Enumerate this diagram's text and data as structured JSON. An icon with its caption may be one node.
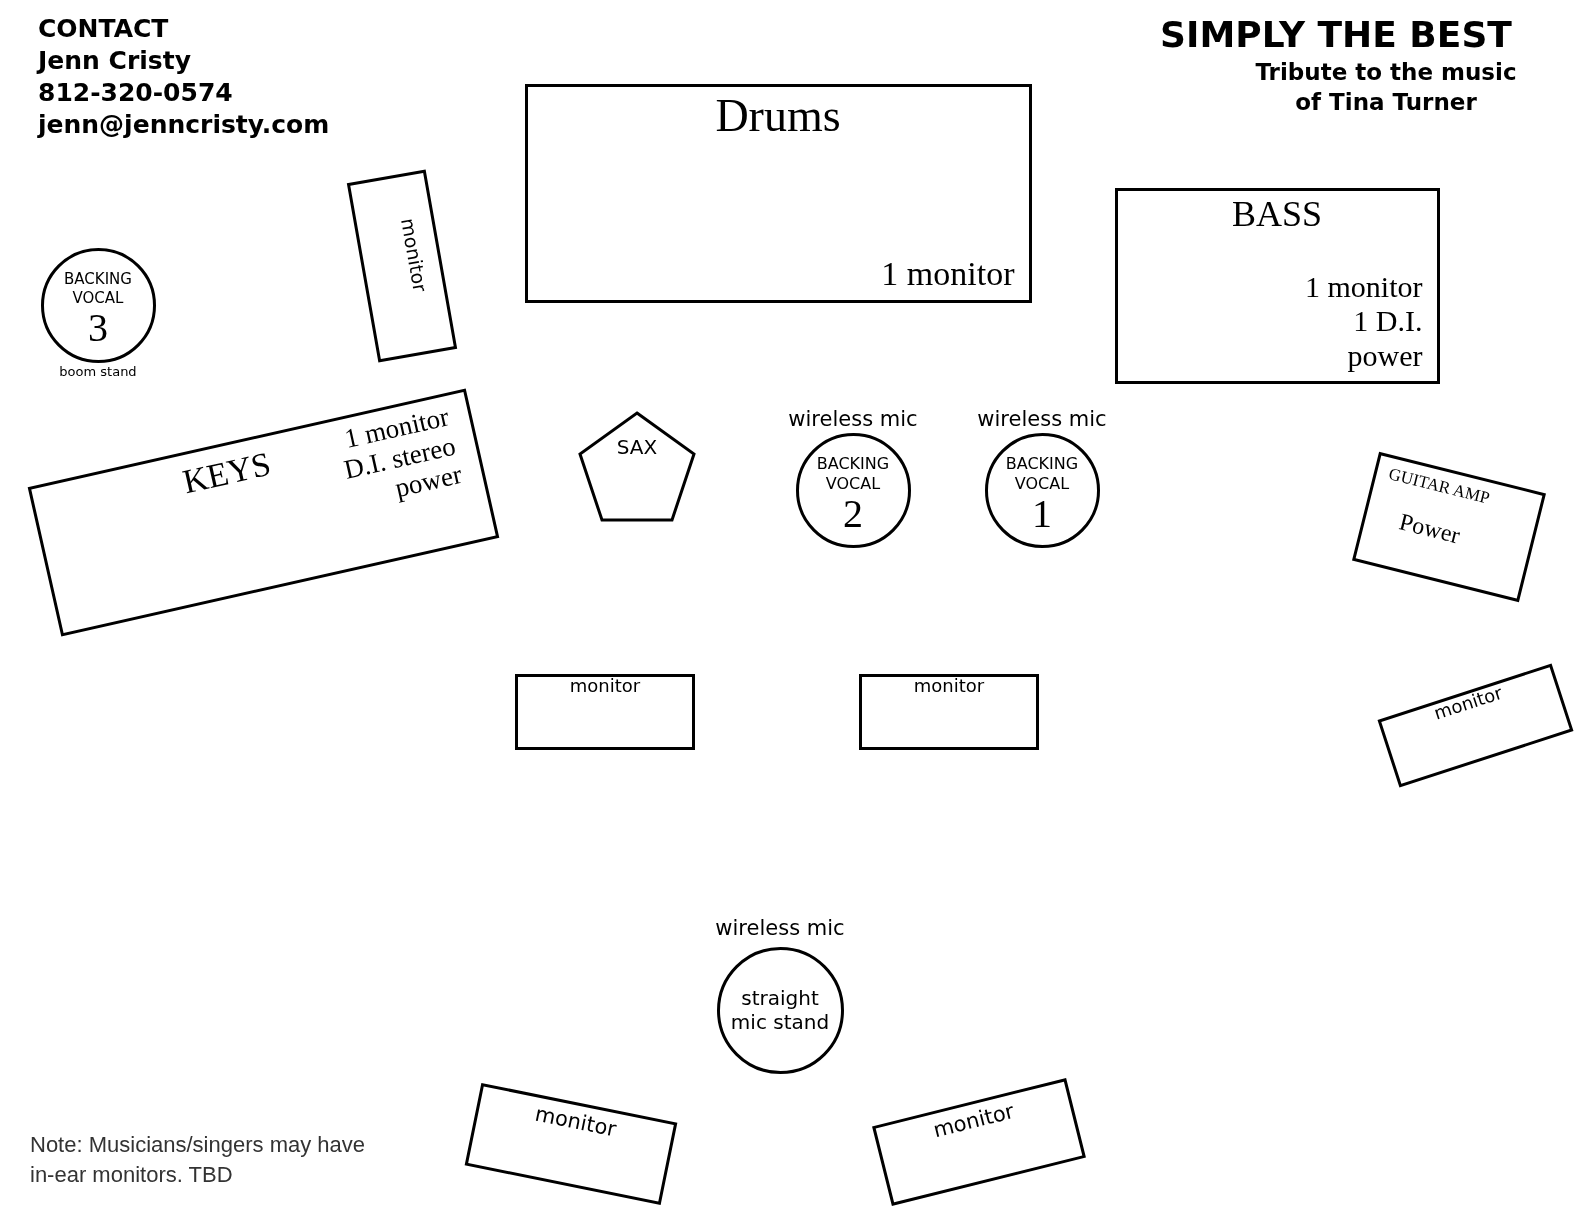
{
  "diagram": {
    "title": "SIMPLY THE BEST",
    "nodes": [
      {
        "text": [
          "Drums",
          "1 monitor"
        ]
      },
      {
        "text": [
          "BASS",
          "1 monitor 1 D.I. power"
        ]
      },
      {
        "text": [
          "monitor"
        ]
      },
      {
        "text": [
          "BACKING VOCAL",
          "3"
        ],
        "beside": [
          "boom stand"
        ]
      },
      {
        "text": [
          "KEYS",
          "1 monitor D.I. stereo power"
        ]
      },
      {
        "text": [
          "SAX"
        ]
      },
      {
        "text": [
          "BACKING VOCAL",
          "2"
        ],
        "beside": [
          "wireless mic"
        ]
      },
      {
        "text": [
          "BACKING VOCAL",
          "1"
        ],
        "beside": [
          "wireless mic"
        ]
      },
      {
        "text": [
          "GUITAR AMP",
          "Power"
        ]
      },
      {
        "text": [
          "monitor"
        ]
      },
      {
        "text": [
          "monitor"
        ]
      },
      {
        "text": [
          "monitor"
        ]
      },
      {
        "text": [
          "straight mic stand"
        ],
        "beside": [
          "wireless mic"
        ]
      },
      {
        "text": [
          "monitor"
        ]
      },
      {
        "text": [
          "monitor"
        ]
      }
    ],
    "edges": [],
    "labels": [
      "CONTACT",
      "Jenn Cristy",
      "812-320-0574",
      "jenn@jenncristy.com",
      "Tribute to the music of Tina Turner",
      "Note: Musicians/singers may have in-ear monitors. TBD"
    ]
  }
}
